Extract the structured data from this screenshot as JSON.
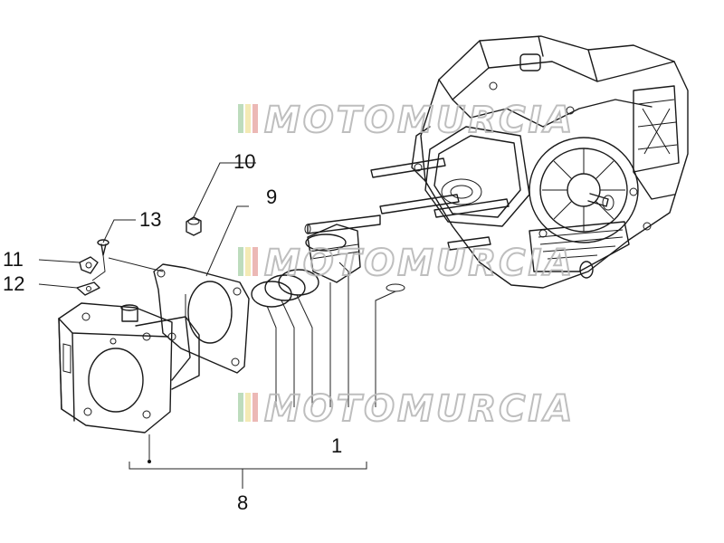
{
  "diagram": {
    "watermark": "MOTOMURCIA",
    "callouts": [
      {
        "id": "10",
        "text": "10"
      },
      {
        "id": "9",
        "text": "9"
      },
      {
        "id": "13",
        "text": "13"
      },
      {
        "id": "11",
        "text": "11"
      },
      {
        "id": "12",
        "text": "12"
      },
      {
        "id": "1",
        "text": "1"
      },
      {
        "id": "8",
        "text": "8"
      }
    ],
    "colors": {
      "line": "#1a1a1a",
      "watermark_stroke": "#b8b8b8",
      "stripe_green": "#7ab87a",
      "stripe_yellow": "#e6d36a",
      "stripe_red": "#d9706a"
    }
  }
}
